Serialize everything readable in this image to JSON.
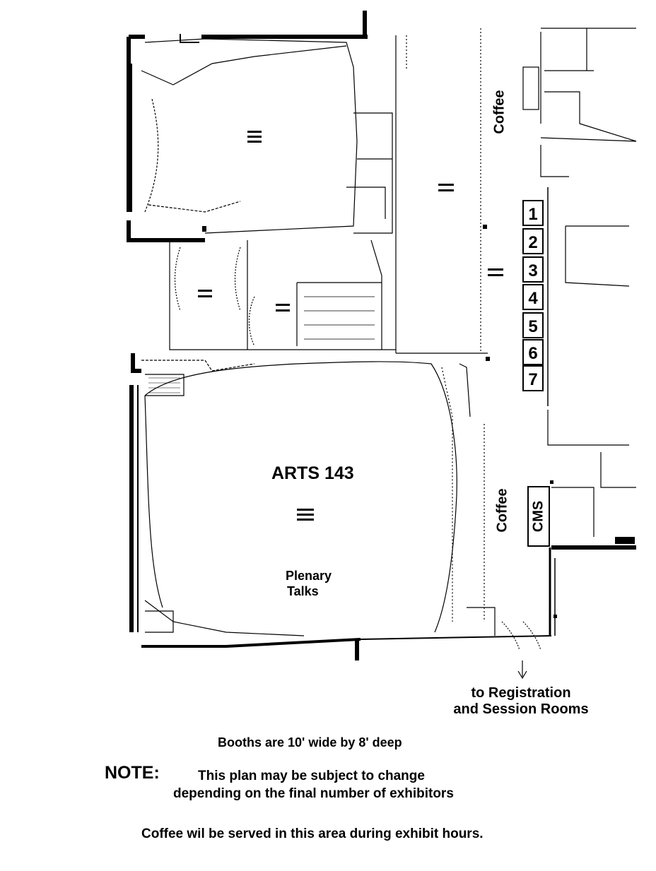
{
  "floor_plan": {
    "main_room": "ARTS 143",
    "main_room_use_line1": "Plenary",
    "main_room_use_line2": "Talks",
    "coffee_label_top": "Coffee",
    "coffee_label_bottom": "Coffee",
    "booths": [
      "1",
      "2",
      "3",
      "4",
      "5",
      "6",
      "7"
    ],
    "cms_label": "CMS",
    "direction_line1": "to Registration",
    "direction_line2": "and Session Rooms"
  },
  "notes": {
    "booth_size": "Booths are 10' wide by 8' deep",
    "note_heading": "NOTE:",
    "note_line1": "This plan may be subject to change",
    "note_line2": "depending on the final number of exhibitors",
    "coffee_note": "Coffee wil be served in this area during exhibit hours."
  },
  "colors": {
    "ink": "#000000",
    "background": "#ffffff"
  }
}
